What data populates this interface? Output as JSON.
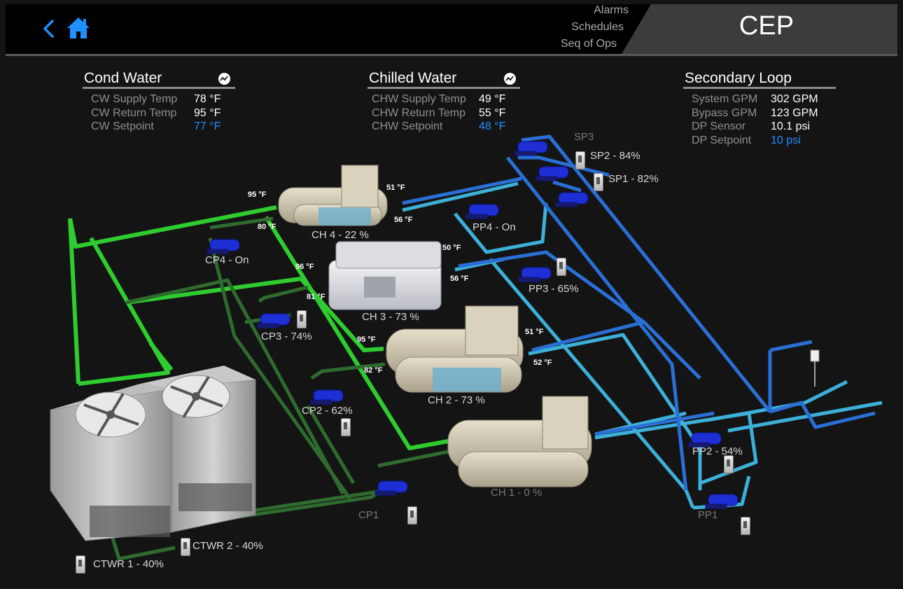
{
  "header": {
    "title": "CEP",
    "nav": [
      "Alarms",
      "Schedules",
      "Seq of Ops"
    ],
    "icons": {
      "back": "chevron-left-icon",
      "home": "home-icon"
    },
    "accent_color": "#1e90ff"
  },
  "cond_water": {
    "title": "Cond Water",
    "rows": [
      {
        "label": "CW Supply Temp",
        "value": "78 °F"
      },
      {
        "label": "CW Return Temp",
        "value": "95 °F"
      },
      {
        "label": "CW Setpoint",
        "value": "77 °F"
      }
    ]
  },
  "chilled_water": {
    "title": "Chilled Water",
    "rows": [
      {
        "label": "CHW Supply Temp",
        "value": "49 °F"
      },
      {
        "label": "CHW Return Temp",
        "value": "55 °F"
      },
      {
        "label": "CHW Setpoint",
        "value": "48 °F"
      }
    ]
  },
  "secondary_loop": {
    "title": "Secondary Loop",
    "rows": [
      {
        "label": "System GPM",
        "value": "302 GPM"
      },
      {
        "label": "Bypass GPM",
        "value": "123 GPM"
      },
      {
        "label": "DP Sensor",
        "value": "10.1 psi"
      },
      {
        "label": "DP Setpoint",
        "value": "10 psi"
      }
    ]
  },
  "chillers": [
    {
      "label": "CH 4 - 22 %",
      "cw_in": "95 °F",
      "cw_out": "80 °F",
      "chw_in": "51 °F",
      "chw_out": "56 °F"
    },
    {
      "label": "CH 3 - 73 %",
      "cw_in": "96 °F",
      "cw_out": "81 °F",
      "chw_in": "50 °F",
      "chw_out": "56 °F"
    },
    {
      "label": "CH 2 - 73 %",
      "cw_in": "95 °F",
      "cw_out": "82 °F",
      "chw_in": "51 °F",
      "chw_out": "52 °F"
    },
    {
      "label": "CH 1 - 0 %"
    }
  ],
  "condenser_pumps": [
    "CP4 - On",
    "CP3 - 74%",
    "CP2 - 62%",
    "CP1"
  ],
  "primary_pumps": [
    "PP4 - On",
    "PP3 - 65%",
    "PP2 - 54%",
    "PP1"
  ],
  "secondary_pumps": [
    "SP3",
    "SP2 - 84%",
    "SP1 - 82%"
  ],
  "cooling_towers": [
    "CTWR 1 - 40%",
    "CTWR 2 - 40%"
  ],
  "colors": {
    "cond_pipe": "#2ecc2e",
    "cond_pipe_dim": "#2f6b2f",
    "chw_supply": "#2a6fd6",
    "chw_return": "#3cb0d8"
  }
}
